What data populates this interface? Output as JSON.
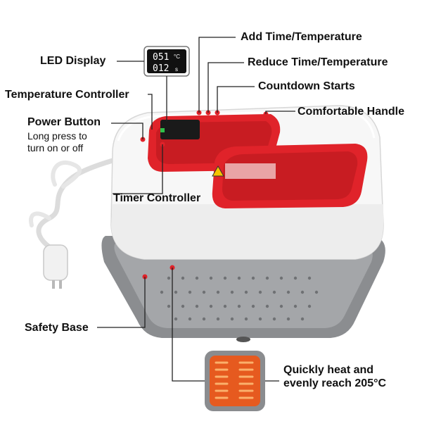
{
  "callouts": {
    "led_display": "LED Display",
    "add_time_temperature": "Add Time/Temperature",
    "reduce_time_temperature": "Reduce Time/Temperature",
    "temperature_controller": "Temperature Controller",
    "countdown_starts": "Countdown Starts",
    "comfortable_handle": "Comfortable Handle",
    "power_button": "Power Button",
    "power_note_line1": "Long press to",
    "power_note_line2": "turn on or off",
    "timer_controller": "Timer Controller",
    "safety_base": "Safety Base",
    "heat_line1": "Quickly heat and",
    "heat_line2": "evenly reach 205°C"
  },
  "display": {
    "temperature": "051",
    "temperature_unit": "°C",
    "time": "012",
    "time_unit": "s"
  },
  "colors": {
    "accent_red": "#e0232a",
    "base_gray": "#8a8c8f",
    "body_white": "#f7f7f7",
    "display_black": "#111111",
    "heater_orange": "#f07b2a"
  }
}
